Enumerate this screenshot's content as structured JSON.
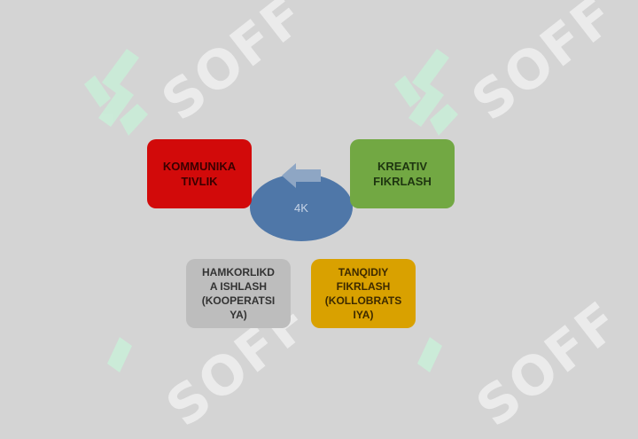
{
  "diagram": {
    "center": {
      "label": "4K",
      "color": "#4f77a8"
    },
    "boxes": [
      {
        "id": "communication",
        "label": "KOMMUNIKA\nTIVLIK",
        "color": "#d20a0a"
      },
      {
        "id": "creative",
        "label": "KREATIV\nFIKRLASH",
        "color": "#72a843"
      },
      {
        "id": "collaboration",
        "label": "HAMKORLIKD\nA ISHLASH\n(KOOPERATSI\nYA)",
        "color": "#bdbdbd"
      },
      {
        "id": "critical",
        "label": "TANQIDIY\nFIKRLASH\n(KOLLOBRATS\nIYA)",
        "color": "#d9a100"
      }
    ],
    "arrow_color": "#8ea6c4"
  },
  "watermark": {
    "text": "SOFF",
    "color": "#ffffff",
    "logo_color": "#c8f0d8"
  }
}
